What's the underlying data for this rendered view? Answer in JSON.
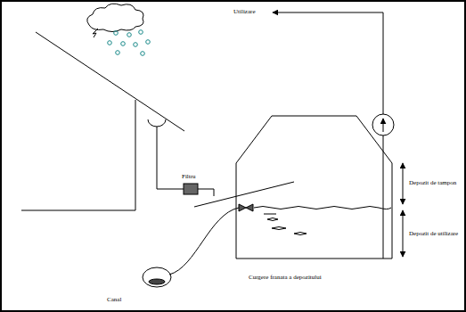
{
  "diagram": {
    "labels": [
      "Utilizare",
      "Filtru",
      "Depozit de tampon",
      "Depozit de utilizare",
      "Curgere franata a depozitului",
      "Canal"
    ]
  }
}
